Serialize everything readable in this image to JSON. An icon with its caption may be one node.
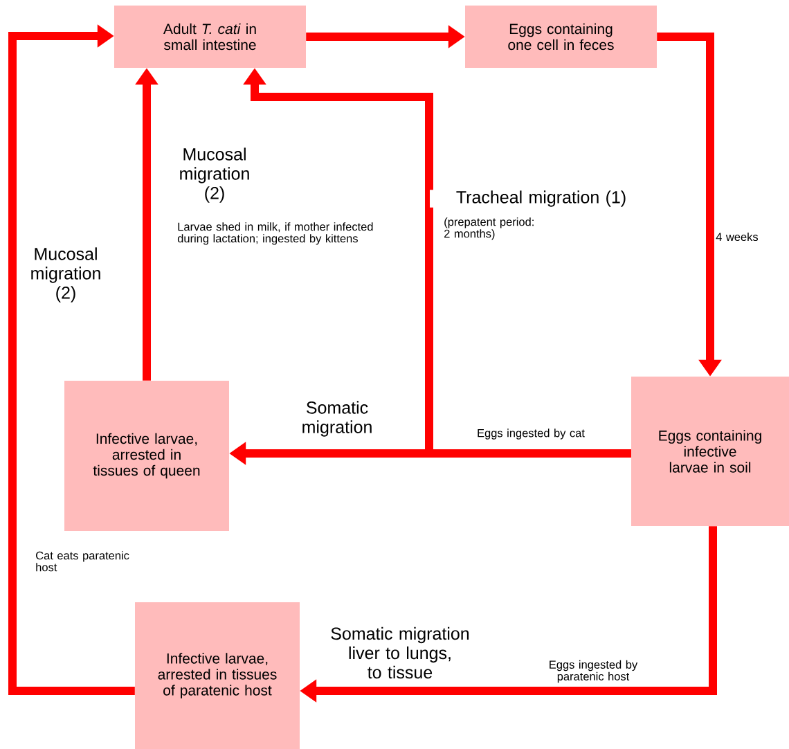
{
  "diagram": {
    "nodes": [
      {
        "text": [
          "Adult *T. cati* in small intestine"
        ]
      },
      {
        "text": [
          "Eggs containing one cell in feces"
        ]
      },
      {
        "text": [
          "Infective larvae, arrested in tissues of queen"
        ]
      },
      {
        "text": [
          "Eggs containing infective larvae in soil"
        ]
      },
      {
        "text": [
          "Infective larvae, arrested in tissues of paratenic host"
        ]
      }
    ],
    "edges": [
      {
        "from": 0,
        "to": 1,
        "arrow": "to"
      },
      {
        "from": 1,
        "to": 3,
        "arrow": "to"
      },
      {
        "from": 3,
        "to": 2,
        "arrow": "to",
        "label": "Somatic migration"
      },
      {
        "from": 3,
        "to": 0,
        "arrow": "to",
        "label": "Tracheal migration (1)"
      },
      {
        "from": 2,
        "to": 0,
        "arrow": "to",
        "label": "Mucosal migration (2)"
      },
      {
        "from": 3,
        "to": 4,
        "arrow": "to",
        "label": "Somatic migration liver to lungs, to tissue"
      },
      {
        "from": 4,
        "to": 0,
        "arrow": "to",
        "label": "Mucosal migration (2)"
      }
    ],
    "labels": [
      "Larvae shed in milk, if mother infected during lactation; ingested by kittens",
      "(prepatent period: 2 months)",
      "4 weeks",
      "Eggs ingested by cat",
      "Cat eats paratenic host",
      "Eggs ingested by paratenic host"
    ]
  }
}
